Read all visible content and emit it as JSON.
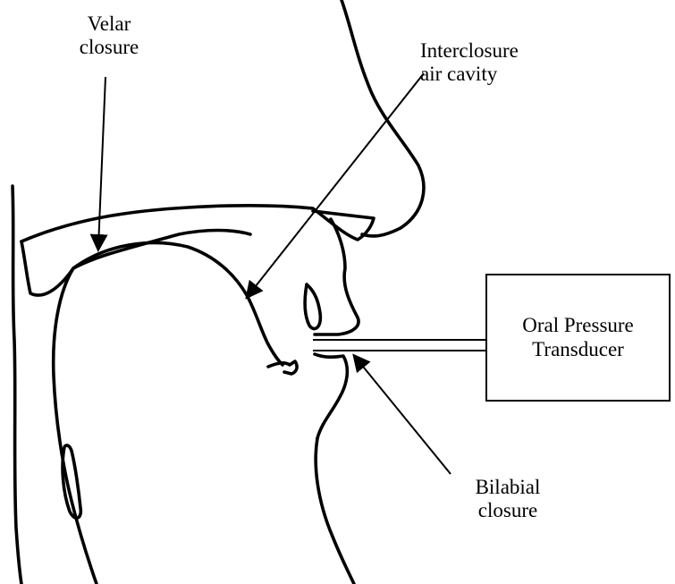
{
  "labels": {
    "velar": {
      "line1": "Velar",
      "line2": "closure"
    },
    "interclosure": {
      "line1": "Interclosure",
      "line2": "air cavity"
    },
    "bilabial": {
      "line1": "Bilabial",
      "line2": "closure"
    }
  },
  "transducer": {
    "line1": "Oral Pressure",
    "line2": "Transducer"
  }
}
